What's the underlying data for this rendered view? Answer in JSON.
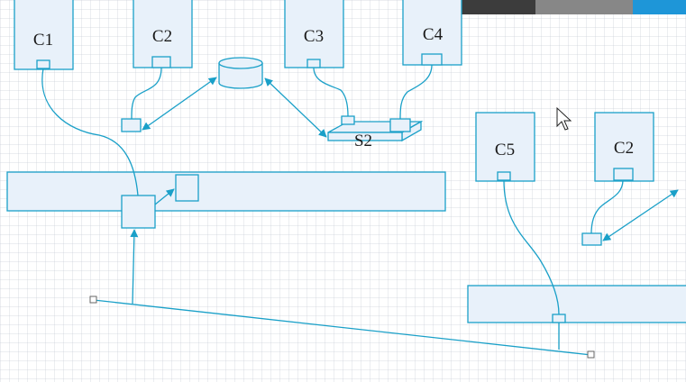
{
  "colors": {
    "line": "#1aa0c8",
    "fill": "#e8f1fa",
    "strip_dark": "#3c3c3c",
    "strip_gray": "#878787",
    "strip_blue": "#1e96d8"
  },
  "labels": {
    "c1": "C1",
    "c2_top": "C2",
    "c3": "C3",
    "c4": "C4",
    "s2": "S2",
    "c5": "C5",
    "c2_right": "C2"
  },
  "icons": [
    "database-icon",
    "mouse-cursor-icon"
  ]
}
